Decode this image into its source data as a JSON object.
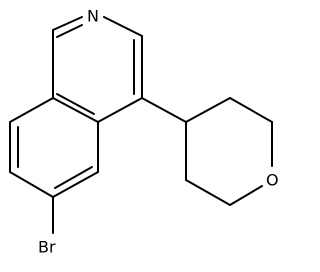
{
  "molecule": {
    "atoms": {
      "nitrogen": "N",
      "oxygen": "O",
      "bromine": "Br"
    }
  }
}
